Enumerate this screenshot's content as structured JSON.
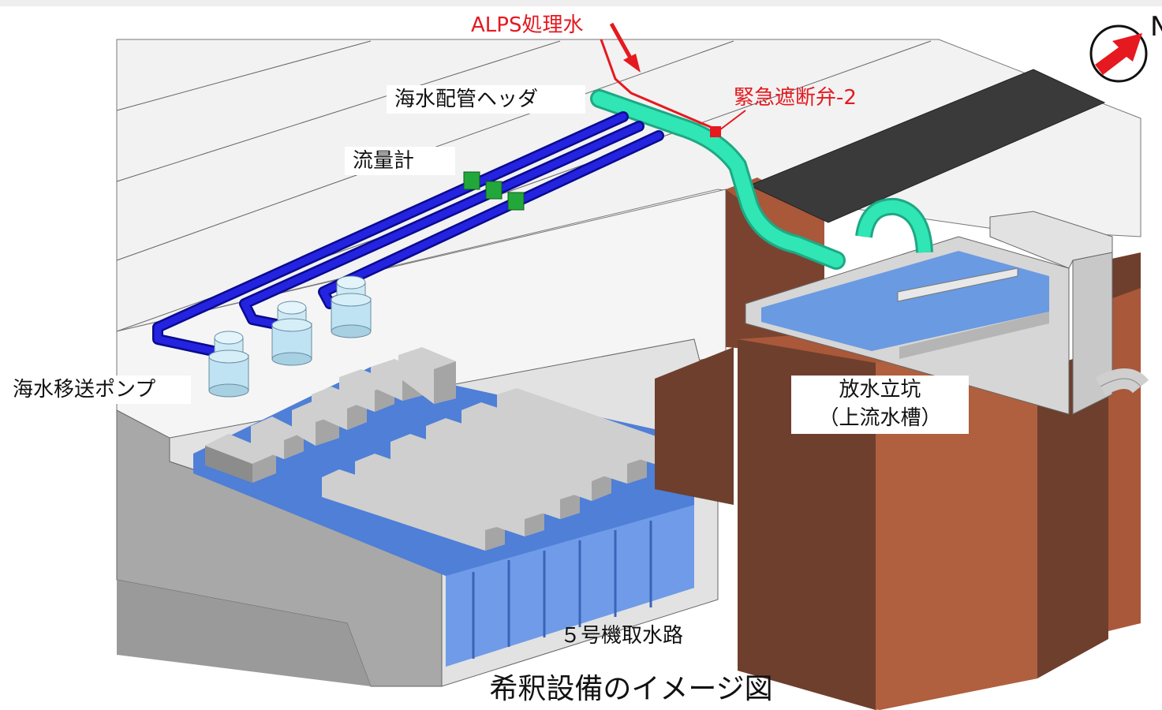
{
  "labels": {
    "alps_treated_water": "ALPS処理水",
    "emergency_shutoff_valve": "緊急遮断弁-2",
    "seawater_header": "海水配管ヘッダ",
    "flow_meter": "流量計",
    "seawater_pump": "海水移送ポンプ",
    "discharge_shaft_line1": "放水立坑",
    "discharge_shaft_line2": "（上流水槽）",
    "intake_channel": "５号機取水路",
    "caption": "希釈設備のイメージ図",
    "north": "N"
  },
  "colors": {
    "alps_line": "#e5191f",
    "seawater_pipe": "#1a1ad0",
    "header_pipe": "#2fe6b4",
    "flow_meter": "#22a83a",
    "pump": "#bfe3f2",
    "water": "#5e8fe0",
    "concrete": "#d9d9d9",
    "concrete_dark": "#8f8f8f",
    "shaft_brick": "#a9583a",
    "shaft_brick_dark": "#6e3f2d",
    "lid": "#3a3a3a"
  },
  "icons": {
    "north_arrow": "north-arrow-icon"
  }
}
